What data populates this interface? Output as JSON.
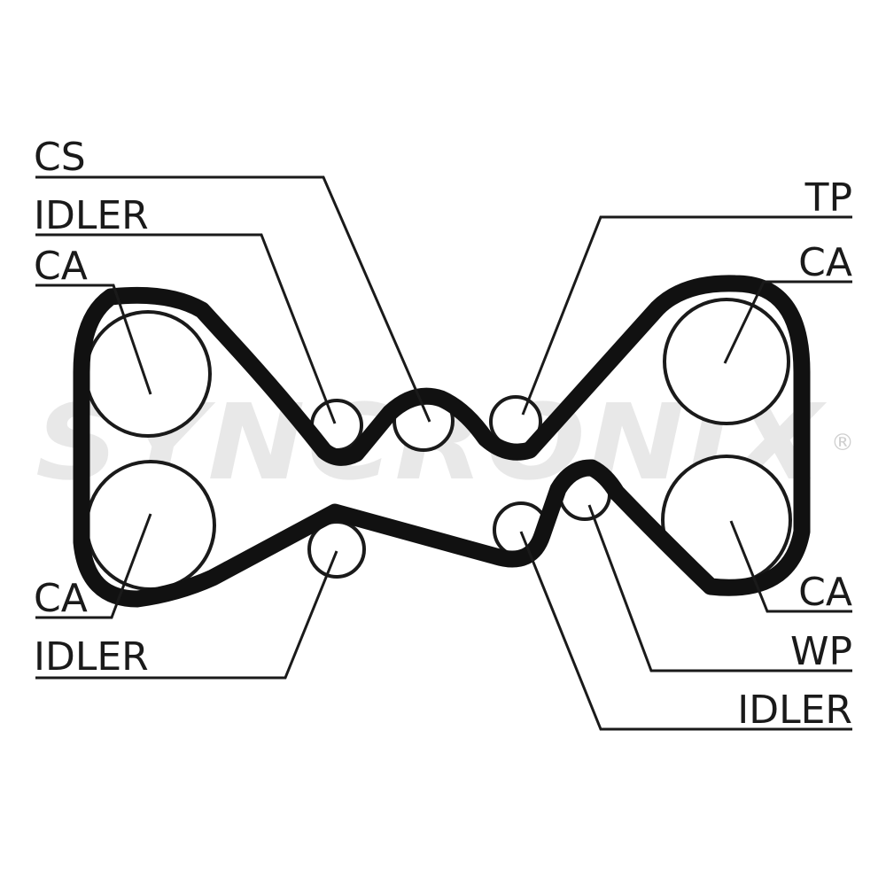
{
  "watermark": {
    "brand": "SYNCRONIX",
    "registered_mark": "®"
  },
  "labels": {
    "cs": "CS",
    "idler_top_left": "IDLER",
    "ca_top_left": "CA",
    "ca_bottom_left": "CA",
    "idler_bottom_left": "IDLER",
    "tp": "TP",
    "ca_top_right": "CA",
    "ca_bottom_right": "CA",
    "wp": "WP",
    "idler_bottom_right": "IDLER"
  }
}
